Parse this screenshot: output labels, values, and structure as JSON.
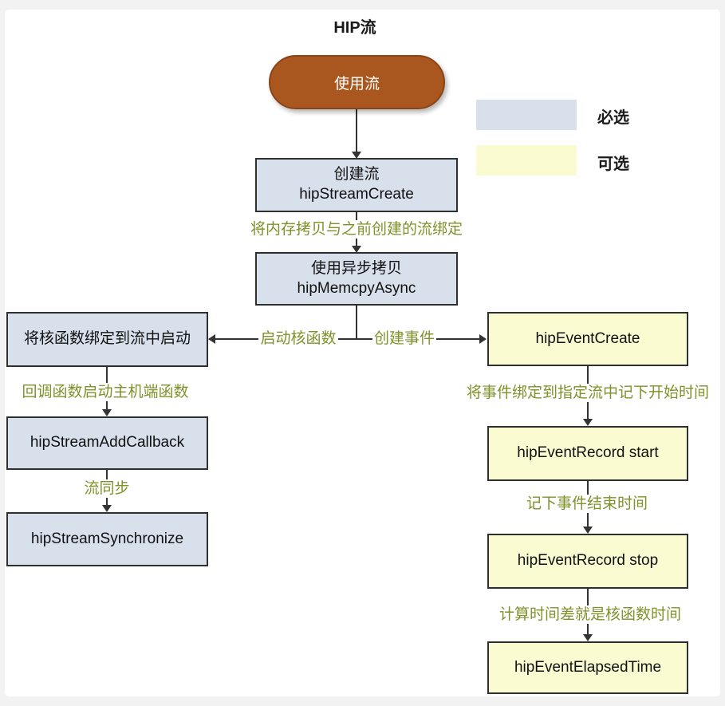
{
  "title": "HIP流",
  "colors": {
    "page-bg": "#f2f2f2",
    "canvas-bg": "#ffffff",
    "required-fill": "#d8e0eb",
    "optional-fill": "#fbfbd2",
    "start-fill": "#a9571e",
    "start-border": "#8a4517",
    "box-border": "#2f2f2f",
    "line": "#333333",
    "edge-label": "#7e9229"
  },
  "legend": {
    "required_label": "必选",
    "optional_label": "可选"
  },
  "nodes": {
    "start": "使用流",
    "create_stream_cn": "创建流",
    "create_stream_fn": "hipStreamCreate",
    "memcpy_cn": "使用异步拷贝",
    "memcpy_fn": "hipMemcpyAsync",
    "bind_kernel": "将核函数绑定到流中启动",
    "add_callback": "hipStreamAddCallback",
    "stream_sync": "hipStreamSynchronize",
    "event_create": "hipEventCreate",
    "event_record_start": "hipEventRecord start",
    "event_record_stop": "hipEventRecord stop",
    "event_elapsed": "hipEventElapsedTime"
  },
  "edges": {
    "bind_memcpy": "将内存拷贝与之前创建的流绑定",
    "launch_kernel": "启动核函数",
    "create_event": "创建事件",
    "callback_host": "回调函数启动主机端函数",
    "stream_sync": "流同步",
    "record_start": "将事件绑定到指定流中记下开始时间",
    "record_end": "记下事件结束时间",
    "elapsed": "计算时间差就是核函数时间"
  }
}
